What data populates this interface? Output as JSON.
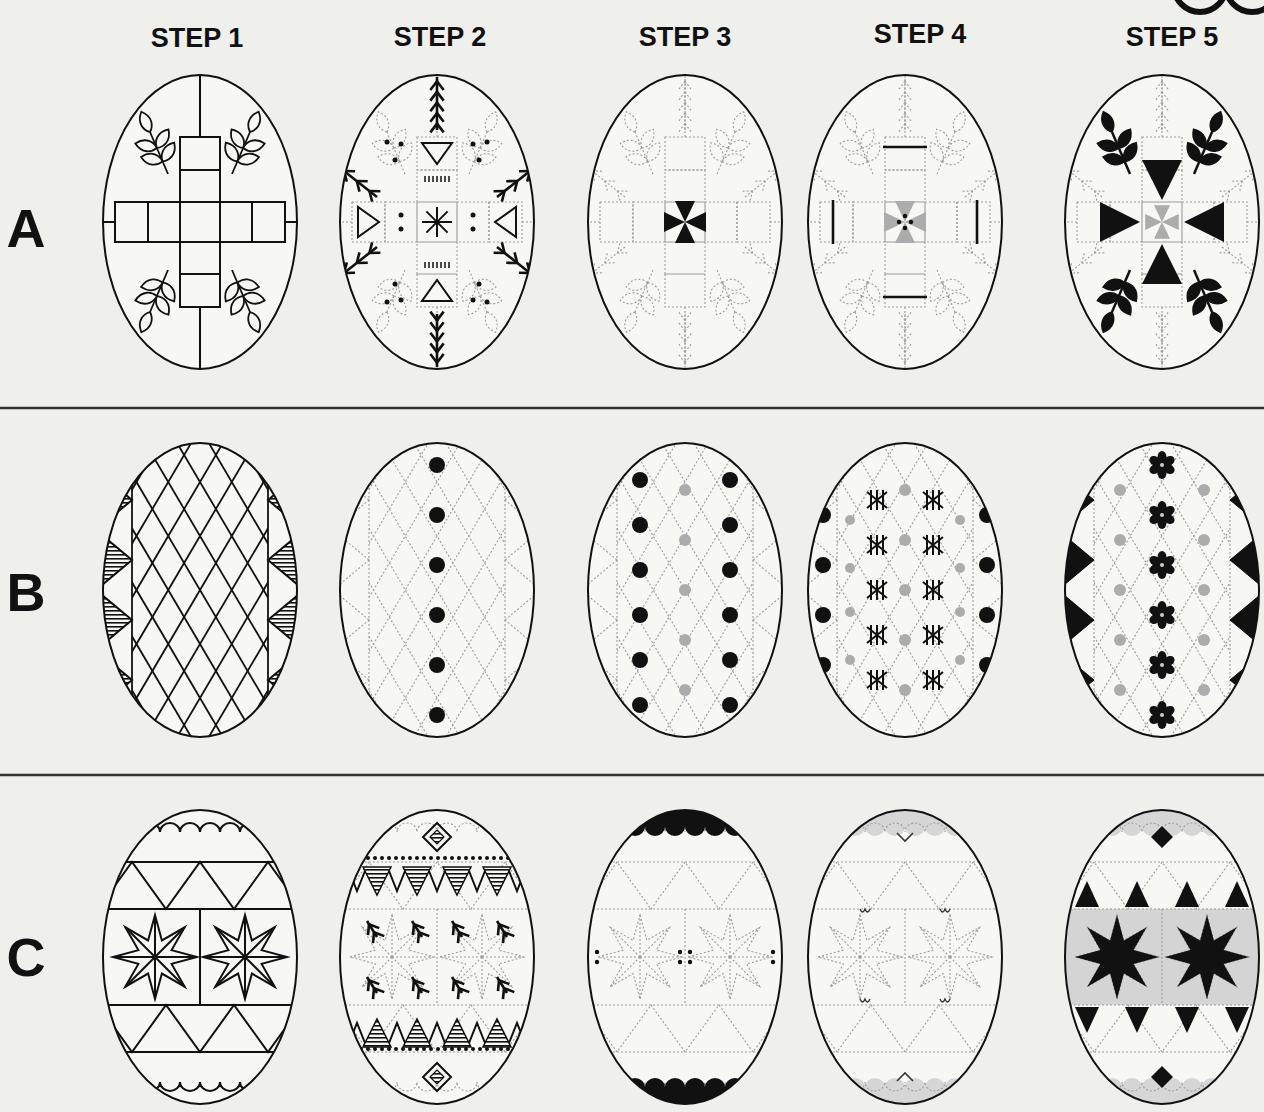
{
  "diagram": {
    "labels": [
      "STEP 1",
      "STEP 2",
      "STEP 3",
      "STEP 4",
      "STEP 5",
      "A",
      "B",
      "C"
    ]
  }
}
